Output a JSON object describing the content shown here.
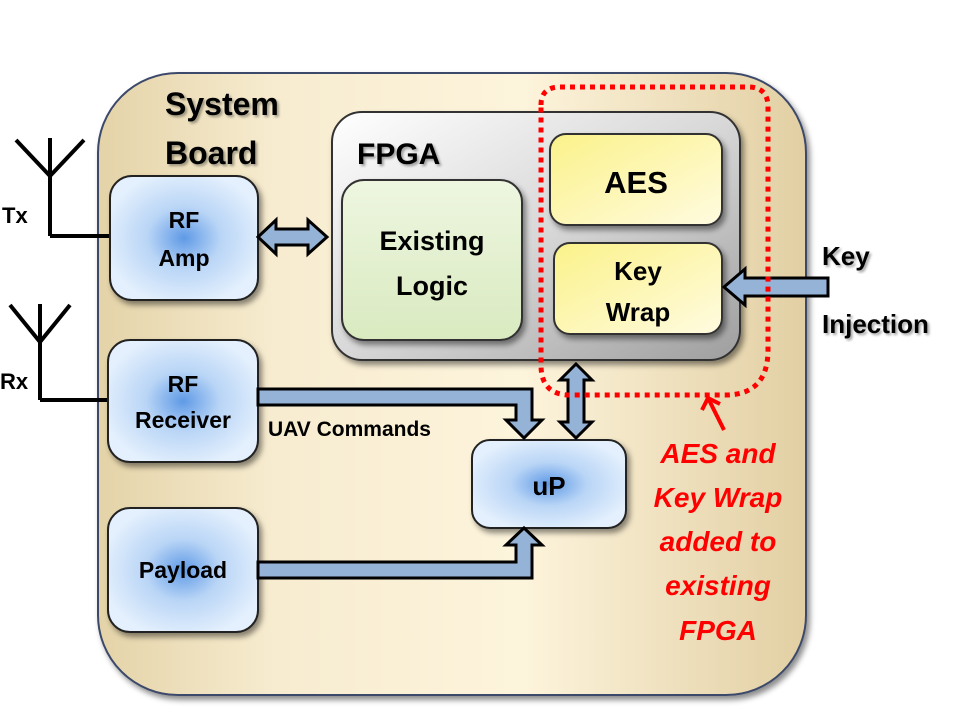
{
  "board": {
    "title_line1": "System",
    "title_line2": "Board"
  },
  "antennas": {
    "tx_label": "Tx",
    "rx_label": "Rx"
  },
  "blocks": {
    "rf_amp": {
      "line1": "RF",
      "line2": "Amp"
    },
    "rf_receiver": {
      "line1": "RF",
      "line2": "Receiver"
    },
    "payload": {
      "label": "Payload"
    },
    "up": {
      "label": "uP"
    }
  },
  "fpga": {
    "title": "FPGA",
    "existing_logic": {
      "line1": "Existing",
      "line2": "Logic"
    },
    "aes": {
      "label": "AES"
    },
    "key_wrap": {
      "line1": "Key",
      "line2": "Wrap"
    }
  },
  "connections": {
    "uav_commands": "UAV Commands"
  },
  "external": {
    "key_line1": "Key",
    "key_line2": "Injection"
  },
  "annotation": {
    "lines": [
      "AES and",
      "Key Wrap",
      "added to",
      "existing",
      "FPGA"
    ],
    "color": "#ff0000"
  },
  "colors": {
    "board_fill": "#f3e6c4",
    "fpga_fill": "#c8c8c8",
    "existing_logic_fill": "#e0efcc",
    "aes_fill": "#fdf8b0",
    "block_fill": "#dbeafb",
    "arrow_fill": "#94b3d7"
  }
}
